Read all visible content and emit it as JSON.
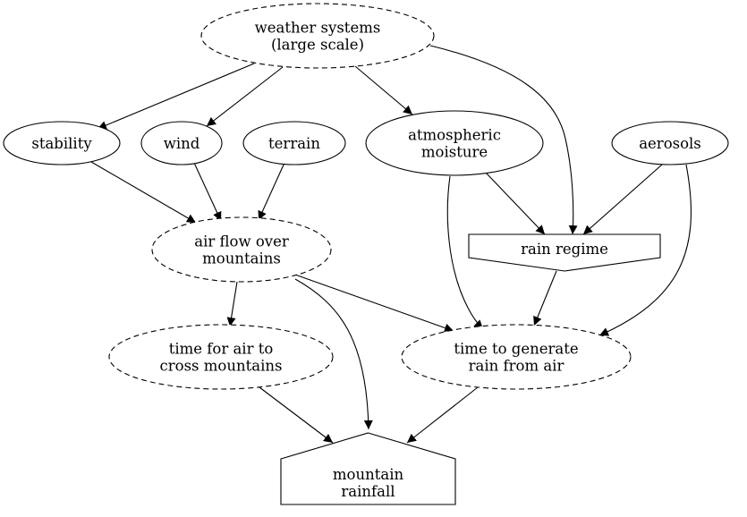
{
  "diagram": {
    "type": "directed-graph",
    "colors": {
      "stroke": "#000000",
      "fill": "#ffffff",
      "text": "#000000"
    },
    "nodes": {
      "weather_systems": {
        "lines": [
          "weather systems",
          "(large scale)"
        ],
        "shape": "ellipse",
        "style": "dashed"
      },
      "stability": {
        "lines": [
          "stability"
        ],
        "shape": "ellipse",
        "style": "solid"
      },
      "wind": {
        "lines": [
          "wind"
        ],
        "shape": "ellipse",
        "style": "solid"
      },
      "terrain": {
        "lines": [
          "terrain"
        ],
        "shape": "ellipse",
        "style": "solid"
      },
      "atmospheric_moisture": {
        "lines": [
          "atmospheric",
          "moisture"
        ],
        "shape": "ellipse",
        "style": "solid"
      },
      "aerosols": {
        "lines": [
          "aerosols"
        ],
        "shape": "ellipse",
        "style": "solid"
      },
      "air_flow": {
        "lines": [
          "air flow over",
          "mountains"
        ],
        "shape": "ellipse",
        "style": "dashed"
      },
      "rain_regime": {
        "lines": [
          "rain regime"
        ],
        "shape": "invhouse",
        "style": "solid"
      },
      "time_cross": {
        "lines": [
          "time for air to",
          "cross mountains"
        ],
        "shape": "ellipse",
        "style": "dashed"
      },
      "time_generate": {
        "lines": [
          "time to generate",
          "rain from air"
        ],
        "shape": "ellipse",
        "style": "dashed"
      },
      "mountain_rainfall": {
        "lines": [
          "mountain",
          "rainfall"
        ],
        "shape": "house",
        "style": "solid"
      }
    },
    "edges": [
      {
        "from": "weather_systems",
        "to": "stability"
      },
      {
        "from": "weather_systems",
        "to": "wind"
      },
      {
        "from": "weather_systems",
        "to": "atmospheric_moisture"
      },
      {
        "from": "weather_systems",
        "to": "rain_regime"
      },
      {
        "from": "stability",
        "to": "air_flow"
      },
      {
        "from": "wind",
        "to": "air_flow"
      },
      {
        "from": "terrain",
        "to": "air_flow"
      },
      {
        "from": "atmospheric_moisture",
        "to": "rain_regime"
      },
      {
        "from": "atmospheric_moisture",
        "to": "time_generate"
      },
      {
        "from": "aerosols",
        "to": "rain_regime"
      },
      {
        "from": "aerosols",
        "to": "time_generate"
      },
      {
        "from": "air_flow",
        "to": "time_cross"
      },
      {
        "from": "air_flow",
        "to": "time_generate"
      },
      {
        "from": "air_flow",
        "to": "mountain_rainfall"
      },
      {
        "from": "rain_regime",
        "to": "time_generate"
      },
      {
        "from": "time_cross",
        "to": "mountain_rainfall"
      },
      {
        "from": "time_generate",
        "to": "mountain_rainfall"
      }
    ]
  }
}
